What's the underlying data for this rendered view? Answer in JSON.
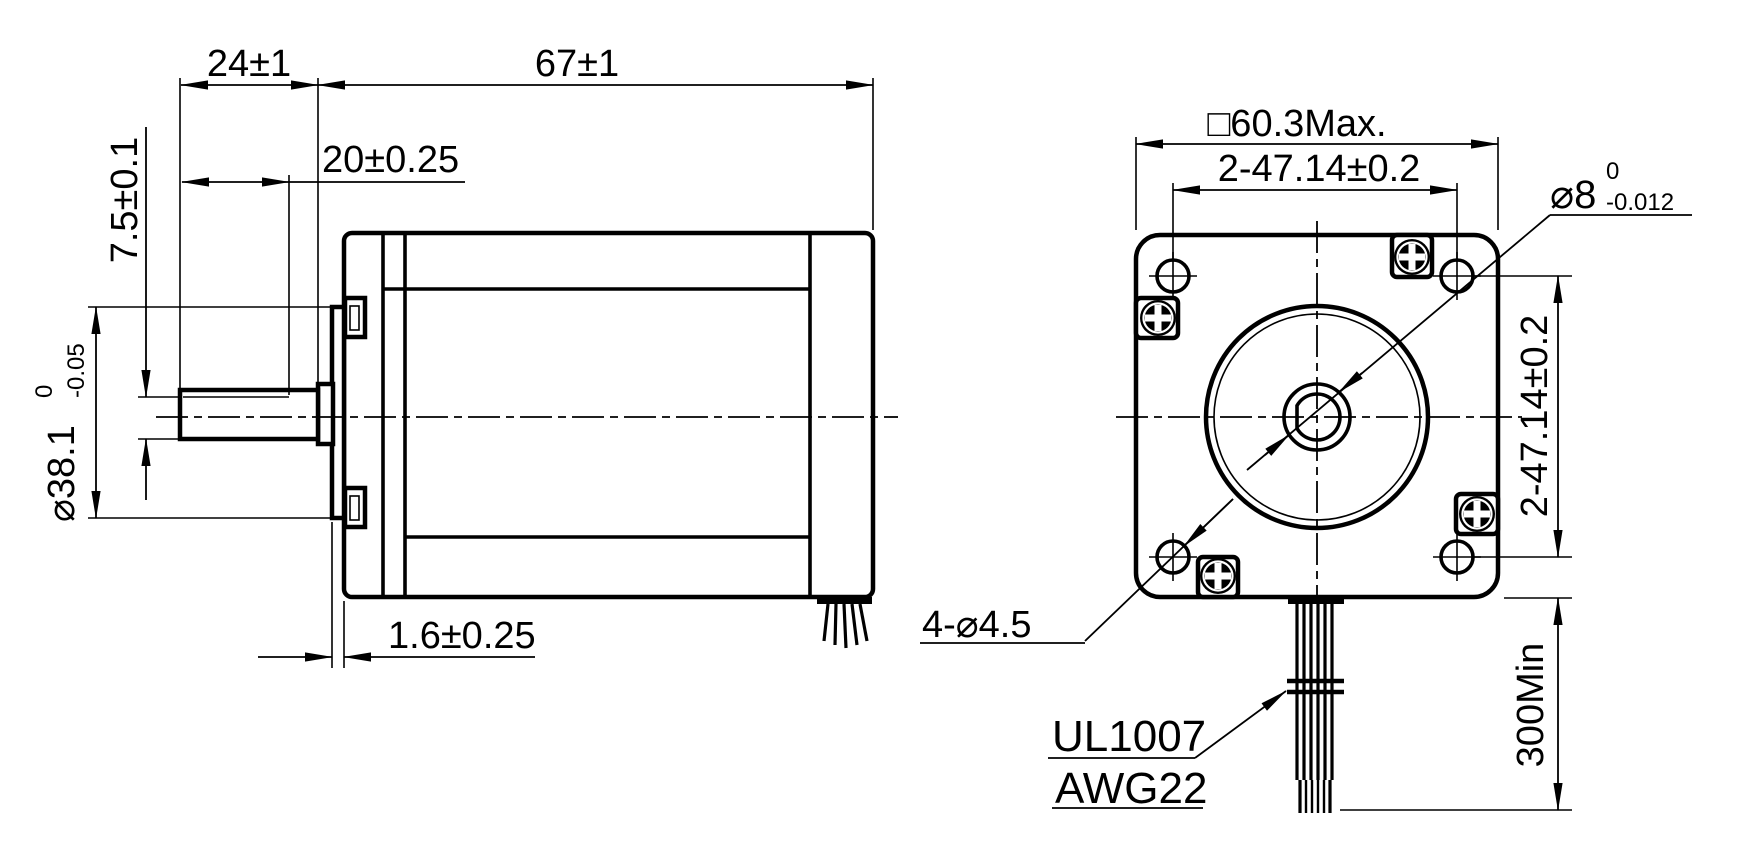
{
  "side_view": {
    "shaft_extension": "24±1",
    "body_length": "67±1",
    "shaft_flat_length": "20±0.25",
    "shaft_flat_height": "7.5±0.1",
    "pilot_diameter": "⌀38.1",
    "pilot_tol_upper": "0",
    "pilot_tol_lower": "-0.05",
    "pilot_thickness": "1.6±0.25"
  },
  "front_view": {
    "frame_size": "□60.3Max.",
    "hole_spacing_horizontal": "2-47.14±0.2",
    "hole_spacing_vertical": "2-47.14±0.2",
    "shaft_diameter": "⌀8",
    "shaft_tol_upper": "0",
    "shaft_tol_lower": "-0.012",
    "mounting_holes": "4-⌀4.5",
    "lead_length": "300Min",
    "lead_wire_spec": {
      "line1": "UL1007",
      "line2": "AWG22"
    }
  },
  "colors": {
    "line": "#000000",
    "background": "#ffffff"
  }
}
